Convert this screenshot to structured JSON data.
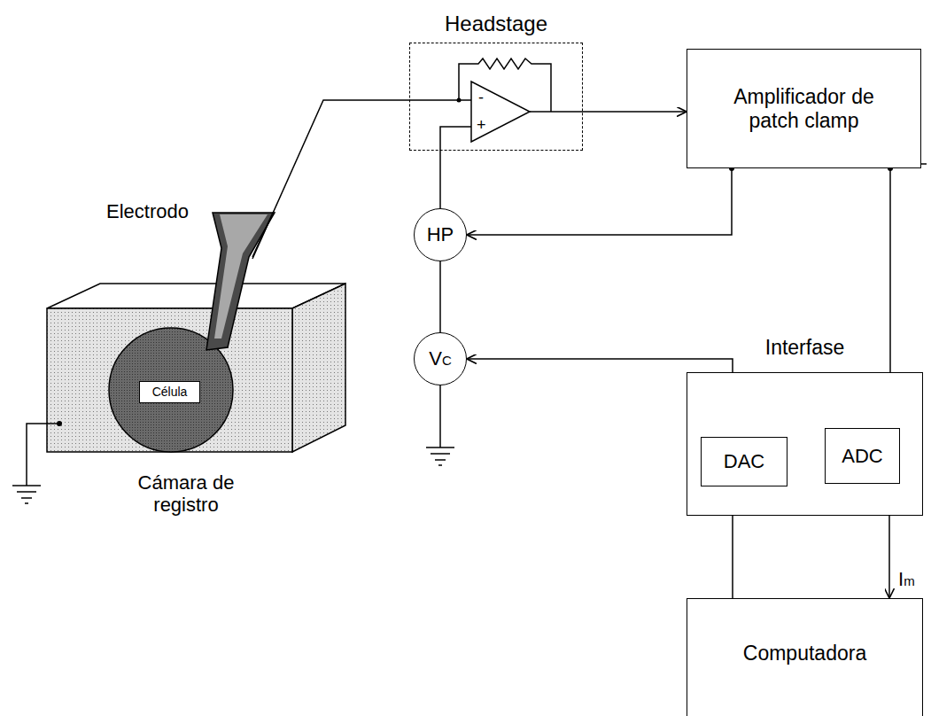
{
  "diagram": {
    "nodes": [
      {
        "text": [
          "Headstage"
        ]
      },
      {
        "text": [
          "Amplificador de patch clamp"
        ]
      },
      {
        "text": [
          "Cámara de registro"
        ]
      },
      {
        "text": [
          "Célula"
        ],
        "in": 2
      },
      {
        "text": [
          "HP"
        ]
      },
      {
        "text": [
          "VC"
        ]
      },
      {
        "text": [
          "Interfase"
        ]
      },
      {
        "text": [
          "DAC"
        ],
        "in": 6
      },
      {
        "text": [
          "ADC"
        ],
        "in": 6
      },
      {
        "text": [
          "Computadora"
        ]
      }
    ],
    "edges": [
      {
        "from": 0,
        "to": 1,
        "arrow": "to"
      },
      {
        "from": 1,
        "to": 4,
        "arrow": "to"
      },
      {
        "from": 1,
        "to": 8,
        "arrow": "to"
      },
      {
        "from": 7,
        "to": 5,
        "arrow": "to"
      },
      {
        "from": 8,
        "to": 9,
        "arrow": "to",
        "label": "Im"
      },
      {
        "from": 9,
        "to": 7,
        "arrow": "to"
      },
      {
        "from": 4,
        "to": 5,
        "arrow": "none"
      },
      {
        "from": 0,
        "to": 4,
        "arrow": "none"
      }
    ],
    "labels": [
      "Electrodo",
      "-",
      "+"
    ]
  }
}
